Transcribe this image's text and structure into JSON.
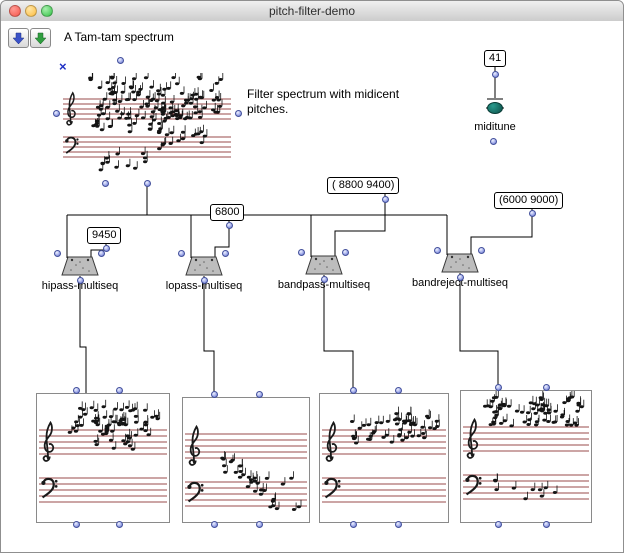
{
  "window": {
    "title": "pitch-filter-demo"
  },
  "comments": {
    "spectrum_label": "A Tam-tam spectrum",
    "filter_note": "Filter spectrum with midicent pitches."
  },
  "selection_marker": "×",
  "value_boxes": {
    "miditune": "41",
    "hipass_cutoff": "9450",
    "lopass_cutoff": "6800",
    "bandpass_range": "( 8800 9400)",
    "bandreject_range": "(6000 9000)"
  },
  "miditune": {
    "label": "miditune"
  },
  "filters": [
    {
      "label": "hipass-multiseq"
    },
    {
      "label": "lopass-multiseq"
    },
    {
      "label": "bandpass-multiseq"
    },
    {
      "label": "bandreject-multiseq"
    }
  ],
  "icons": {
    "toolbar_blue": "blue-down-arrow",
    "toolbar_green": "green-down-arrow"
  },
  "colors": {
    "staff": "#9a4b4b",
    "note": "#141414",
    "clef": "#1a1a1a",
    "connection_ball": "#8a97e0",
    "knob": "#156b63",
    "marker_blue": "#2233c8"
  }
}
